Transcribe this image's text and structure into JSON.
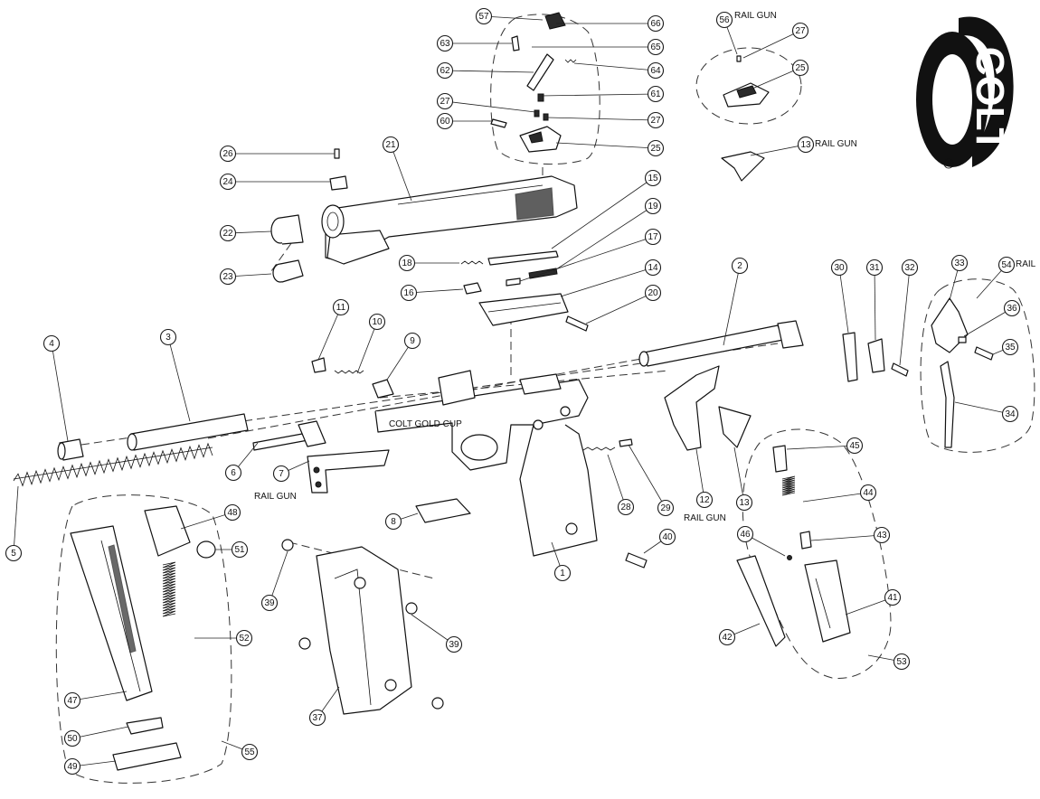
{
  "callouts": [
    {
      "num": "57"
    },
    {
      "num": "66"
    },
    {
      "num": "63"
    },
    {
      "num": "65"
    },
    {
      "num": "62"
    },
    {
      "num": "64"
    },
    {
      "num": "61"
    },
    {
      "num": "27"
    },
    {
      "num": "60"
    },
    {
      "num": "27"
    },
    {
      "num": "25"
    },
    {
      "num": "56"
    },
    {
      "num": "27"
    },
    {
      "num": "25"
    },
    {
      "num": "13"
    },
    {
      "num": "26"
    },
    {
      "num": "21"
    },
    {
      "num": "24"
    },
    {
      "num": "22"
    },
    {
      "num": "23"
    },
    {
      "num": "15"
    },
    {
      "num": "19"
    },
    {
      "num": "18"
    },
    {
      "num": "17"
    },
    {
      "num": "14"
    },
    {
      "num": "16"
    },
    {
      "num": "20"
    },
    {
      "num": "11"
    },
    {
      "num": "10"
    },
    {
      "num": "9"
    },
    {
      "num": "2"
    },
    {
      "num": "30"
    },
    {
      "num": "31"
    },
    {
      "num": "32"
    },
    {
      "num": "33"
    },
    {
      "num": "54"
    },
    {
      "num": "36"
    },
    {
      "num": "35"
    },
    {
      "num": "34"
    },
    {
      "num": "4"
    },
    {
      "num": "3"
    },
    {
      "num": "6"
    },
    {
      "num": "7"
    },
    {
      "num": "5"
    },
    {
      "num": "8"
    },
    {
      "num": "28"
    },
    {
      "num": "29"
    },
    {
      "num": "12"
    },
    {
      "num": "13"
    },
    {
      "num": "45"
    },
    {
      "num": "44"
    },
    {
      "num": "46"
    },
    {
      "num": "43"
    },
    {
      "num": "41"
    },
    {
      "num": "42"
    },
    {
      "num": "53"
    },
    {
      "num": "48"
    },
    {
      "num": "51"
    },
    {
      "num": "52"
    },
    {
      "num": "47"
    },
    {
      "num": "50"
    },
    {
      "num": "49"
    },
    {
      "num": "55"
    },
    {
      "num": "39"
    },
    {
      "num": "39"
    },
    {
      "num": "37"
    },
    {
      "num": "1"
    },
    {
      "num": "40"
    }
  ],
  "notes": {
    "rail_gun_56": "RAIL GUN",
    "rail_gun_13": "RAIL GUN",
    "rail_54": "RAIL",
    "rail_gun_7": "RAIL GUN",
    "rail_gun_12": "RAIL GUN",
    "slide_marking": "COLT GOLD CUP"
  },
  "logo": {
    "brand": "COLT",
    "mark": "®"
  }
}
